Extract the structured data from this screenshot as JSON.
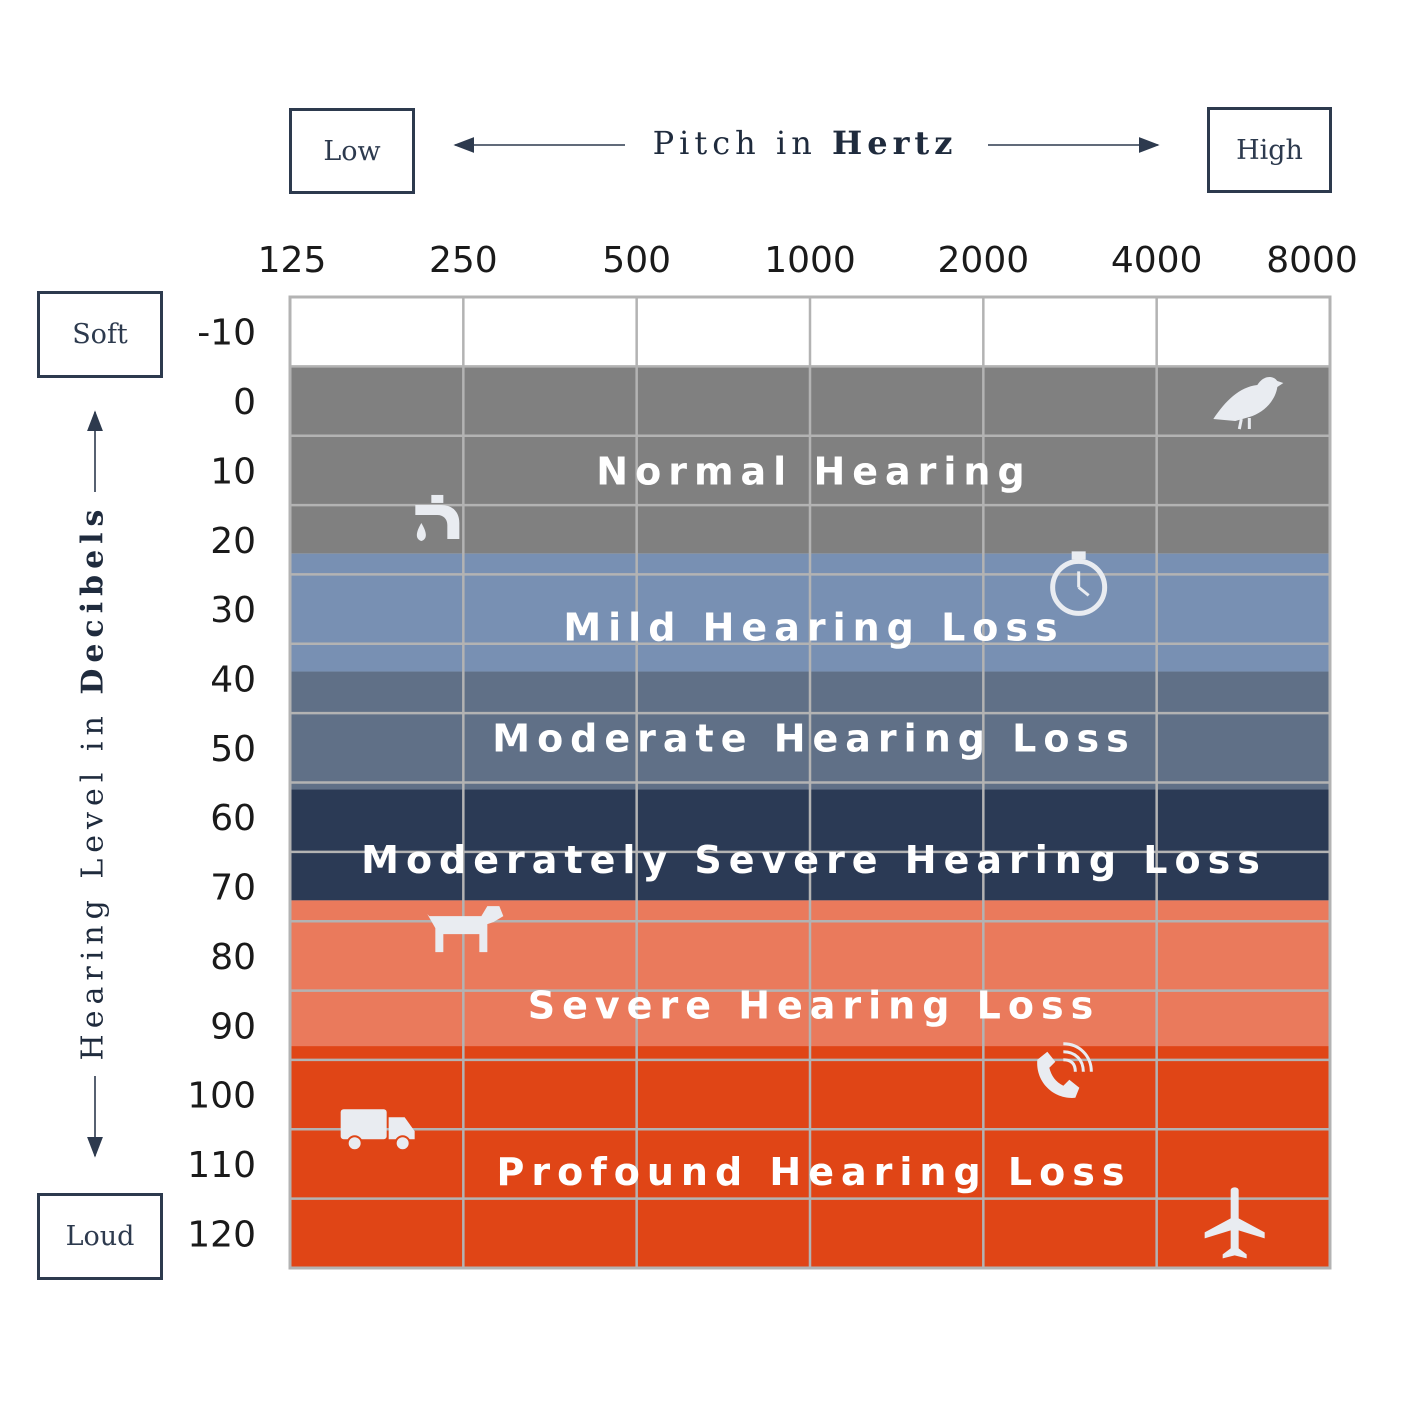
{
  "header": {
    "low_label": "Low",
    "high_label": "High",
    "x_title_part1": "Pitch in",
    "x_title_part2": "Hertz"
  },
  "side": {
    "soft_label": "Soft",
    "loud_label": "Loud",
    "y_title_part1": "Hearing Level in",
    "y_title_part2": "Decibels"
  },
  "chart_data": {
    "type": "heatmap",
    "x_ticks": [
      "125",
      "250",
      "500",
      "1000",
      "2000",
      "4000",
      "8000"
    ],
    "y_ticks": [
      "-10",
      "0",
      "10",
      "20",
      "30",
      "40",
      "50",
      "60",
      "70",
      "80",
      "90",
      "100",
      "110",
      "120"
    ],
    "ylim": [
      -15,
      125
    ],
    "grid": true,
    "bands": [
      {
        "name": "Normal Hearing",
        "from": -5,
        "to": 22,
        "color": "#808080",
        "label_y": 10
      },
      {
        "name": "Mild Hearing Loss",
        "from": 22,
        "to": 39,
        "color": "#7890b3",
        "label_y": 32.5
      },
      {
        "name": "Moderate Hearing Loss",
        "from": 39,
        "to": 56,
        "color": "#607087",
        "label_y": 48.5
      },
      {
        "name": "Moderately Severe Hearing Loss",
        "from": 56,
        "to": 72,
        "color": "#2b3a55",
        "label_y": 66
      },
      {
        "name": "Severe Hearing Loss",
        "from": 72,
        "to": 93,
        "color": "#ea7a5c",
        "label_y": 87
      },
      {
        "name": "Profound Hearing Loss",
        "from": 93,
        "to": 125,
        "color": "#e04516",
        "label_y": 111
      }
    ],
    "icons": [
      {
        "name": "bird-icon",
        "x_index": 5.5,
        "y": 0
      },
      {
        "name": "faucet-icon",
        "x_index": 0.85,
        "y": 17
      },
      {
        "name": "stopwatch-icon",
        "x_index": 4.55,
        "y": 26
      },
      {
        "name": "dog-icon",
        "x_index": 1.0,
        "y": 76
      },
      {
        "name": "phone-icon",
        "x_index": 4.45,
        "y": 97
      },
      {
        "name": "truck-icon",
        "x_index": 0.5,
        "y": 105
      },
      {
        "name": "airplane-icon",
        "x_index": 5.45,
        "y": 119
      }
    ]
  }
}
